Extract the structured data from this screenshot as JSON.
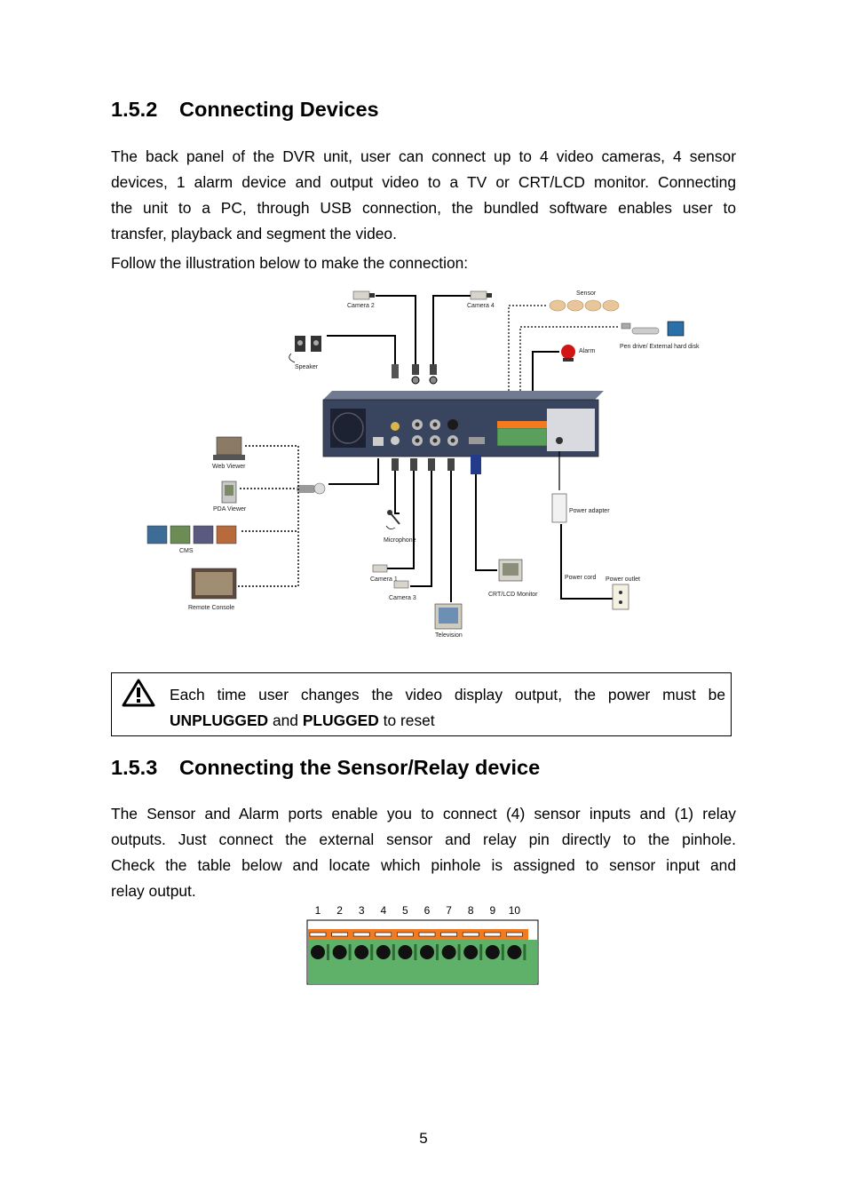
{
  "section_1": {
    "number": "1.5.2",
    "title": "Connecting Devices",
    "paragraph_lines": [
      "The back panel of the DVR unit, user can connect up to 4 video cameras, 4 sensor",
      "devices, 1 alarm device and output video to a TV or CRT/LCD monitor. Connecting",
      "the unit to a PC, through USB connection, the bundled software enables user to",
      "transfer, playback and segment the video."
    ],
    "follow_text": "Follow the illustration below to make the connection:"
  },
  "diagram": {
    "labels": {
      "camera2": "Camera 2",
      "camera4": "Camera 4",
      "sensor": "Sensor",
      "speaker": "Speaker",
      "pen_drive": "Pen drive/ External hard disk",
      "alarm": "Alarm",
      "web_viewer": "Web Viewer",
      "pda_viewer": "PDA Viewer",
      "cms": "CMS",
      "remote_console": "Remote  Console",
      "microphone": "Microphone",
      "camera1": "Camera 1",
      "camera3": "Camera 3",
      "television": "Television",
      "crt_lcd": "CRT/LCD Monitor",
      "power_adapter": "Power adapter",
      "power_cord": "Power cord",
      "power_outlet": "Power outlet"
    }
  },
  "warning": {
    "text_part1": "Each  time  user  changes  the  video  display  output,  the  power  must  be",
    "bold1": "UNPLUGGED",
    "and": " and ",
    "bold2": "PLUGGED",
    "tail": " to reset"
  },
  "section_2": {
    "number": "1.5.3",
    "title": "Connecting the Sensor/Relay device",
    "paragraph_lines": [
      "The Sensor and Alarm ports enable you to connect (4) sensor inputs and (1) relay",
      "outputs.  Just  connect  the  external  sensor  and  relay  pin  directly  to  the  pinhole.",
      "Check  the  table  below  and  locate  which  pinhole  is  assigned  to  sensor  input  and",
      "relay output."
    ]
  },
  "terminal": {
    "pin_numbers": [
      "1",
      "2",
      "3",
      "4",
      "5",
      "6",
      "7",
      "8",
      "9",
      "10"
    ],
    "colors": {
      "top": "#f47a1f",
      "body": "#5fb16a"
    }
  },
  "page_number": "5"
}
